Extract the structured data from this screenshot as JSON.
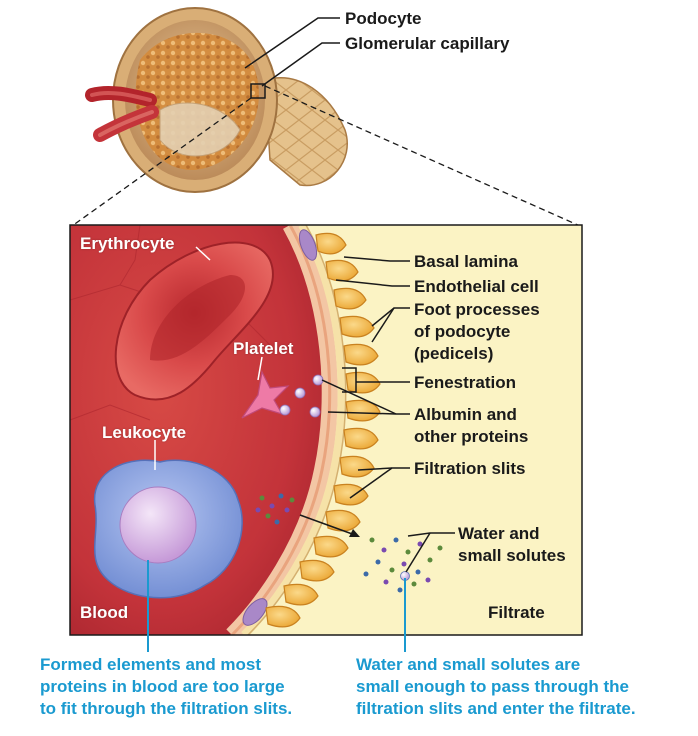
{
  "top_labels": {
    "podocyte": "Podocyte",
    "glomerular_capillary": "Glomerular capillary"
  },
  "in_panel_labels": {
    "erythrocyte": "Erythrocyte",
    "platelet": "Platelet",
    "leukocyte": "Leukocyte",
    "blood": "Blood"
  },
  "right_labels": {
    "basal_lamina": "Basal lamina",
    "endothelial_cell": "Endothelial cell",
    "foot_processes_line1": "Foot processes",
    "foot_processes_line2": "of podocyte",
    "foot_processes_line3": "(pedicels)",
    "fenestration": "Fenestration",
    "albumin_line1": "Albumin and",
    "albumin_line2": "other proteins",
    "filtration_slits": "Filtration slits",
    "water_line1": "Water and",
    "water_line2": "small solutes",
    "filtrate": "Filtrate"
  },
  "captions": {
    "left": [
      "Formed elements and most",
      "proteins in blood are too large",
      "to fit through the filtration slits."
    ],
    "right": [
      "Water and small solutes are",
      "small enough to pass through the",
      "filtration slits and enter the filtrate."
    ]
  },
  "colors": {
    "caption_blue": "#1a9ad0",
    "blood_red": "#c8383a",
    "filtrate_yellow": "#fbf3c4",
    "podocyte_orange": "#f4b640",
    "leukocyte_blue": "#8aa6e0",
    "nucleus_violet": "#d8b4e6",
    "platelet_pink": "#e96a9a"
  },
  "icons": {
    "glomerulus": "glomerulus-illustration",
    "erythrocyte": "erythrocyte-illustration",
    "leukocyte": "leukocyte-illustration",
    "platelet": "platelet-illustration"
  }
}
